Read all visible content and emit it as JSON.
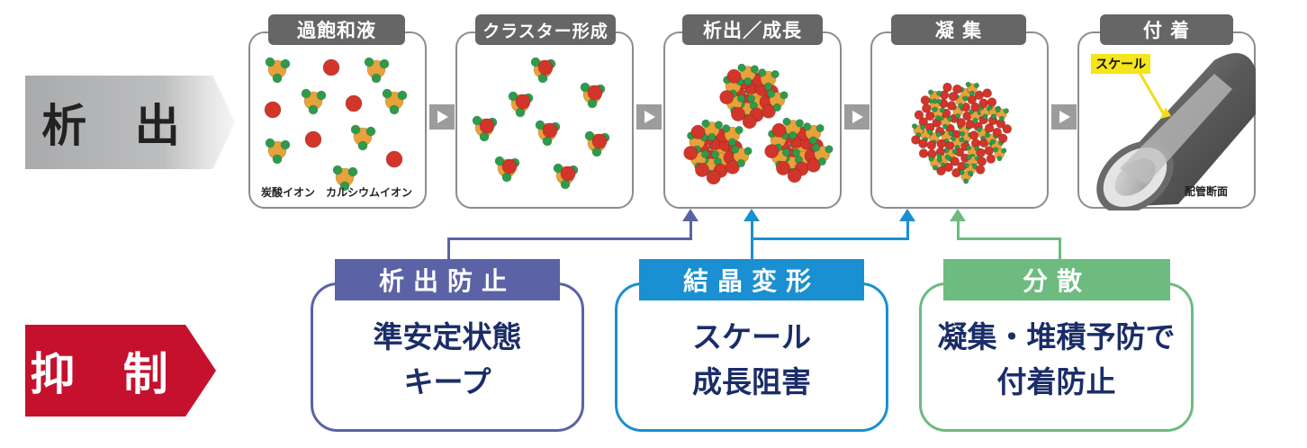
{
  "left_labels": {
    "precipitation": "析 出",
    "suppression": "抑 制"
  },
  "stages": [
    {
      "label": "過飽和液"
    },
    {
      "label": "クラスター形成"
    },
    {
      "label": "析出／成長"
    },
    {
      "label": "凝 集"
    },
    {
      "label": "付 着"
    }
  ],
  "ion_labels": {
    "carbonate": "炭酸イオン",
    "calcium": "カルシウムイオン"
  },
  "pipe": {
    "scale_tag": "スケール",
    "caption": "配管断面"
  },
  "suppression": [
    {
      "title": "析出防止",
      "line1": "準安定状態",
      "line2": "キープ",
      "color": "#5b62a6"
    },
    {
      "title": "結晶変形",
      "line1": "スケール",
      "line2": "成長阻害",
      "color": "#1a8fd1"
    },
    {
      "title": "分散",
      "line1": "凝集・堆積予防で",
      "line2": "付着防止",
      "color": "#6dbb7f"
    }
  ],
  "colors": {
    "stage_border": "#8c8c8c",
    "stage_label_bg": "#666666",
    "suppress_red": "#c5112d",
    "calcium_ion": "#d2352a",
    "oxygen": "#2e9b4b",
    "carbon": "#e7a23a"
  }
}
